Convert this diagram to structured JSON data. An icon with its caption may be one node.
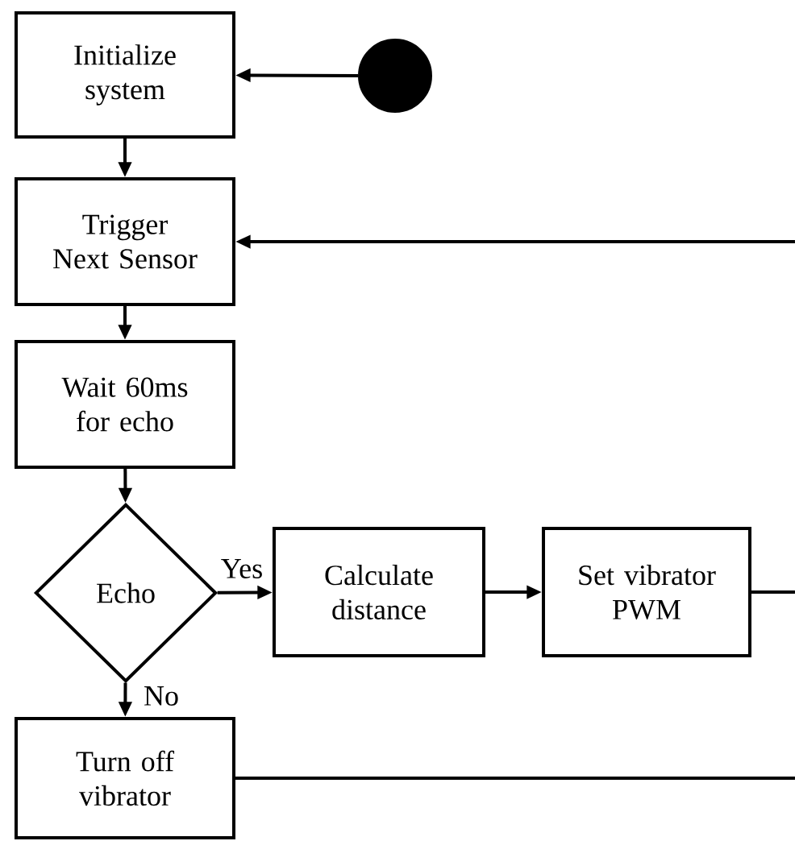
{
  "diagram": {
    "nodes": [
      {
        "text": [
          "Initialize system"
        ]
      },
      {
        "text": [],
        "shape": "circle"
      },
      {
        "text": [
          "Trigger Next Sensor"
        ]
      },
      {
        "text": [
          "Wait 60ms for echo"
        ]
      },
      {
        "text": [
          "Echo"
        ]
      },
      {
        "text": [
          "Calculate distance"
        ]
      },
      {
        "text": [
          "Set vibrator PWM"
        ]
      },
      {
        "text": [
          "Turn off vibrator"
        ]
      }
    ],
    "edges": [
      {
        "from": 1,
        "to": 0,
        "arrow": "to"
      },
      {
        "from": 0,
        "to": 2,
        "arrow": "to"
      },
      {
        "from": 2,
        "to": 3,
        "arrow": "to"
      },
      {
        "from": 3,
        "to": 4,
        "arrow": "to"
      },
      {
        "from": 4,
        "to": 5,
        "arrow": "to",
        "label": "Yes"
      },
      {
        "from": 5,
        "to": 6,
        "arrow": "to"
      },
      {
        "from": 4,
        "to": 7,
        "arrow": "to",
        "label": "No"
      },
      {
        "from": null,
        "to": 2,
        "arrow": "to"
      },
      {
        "from": 6,
        "to": null,
        "arrow": "none"
      },
      {
        "from": 7,
        "to": null,
        "arrow": "none"
      }
    ]
  }
}
